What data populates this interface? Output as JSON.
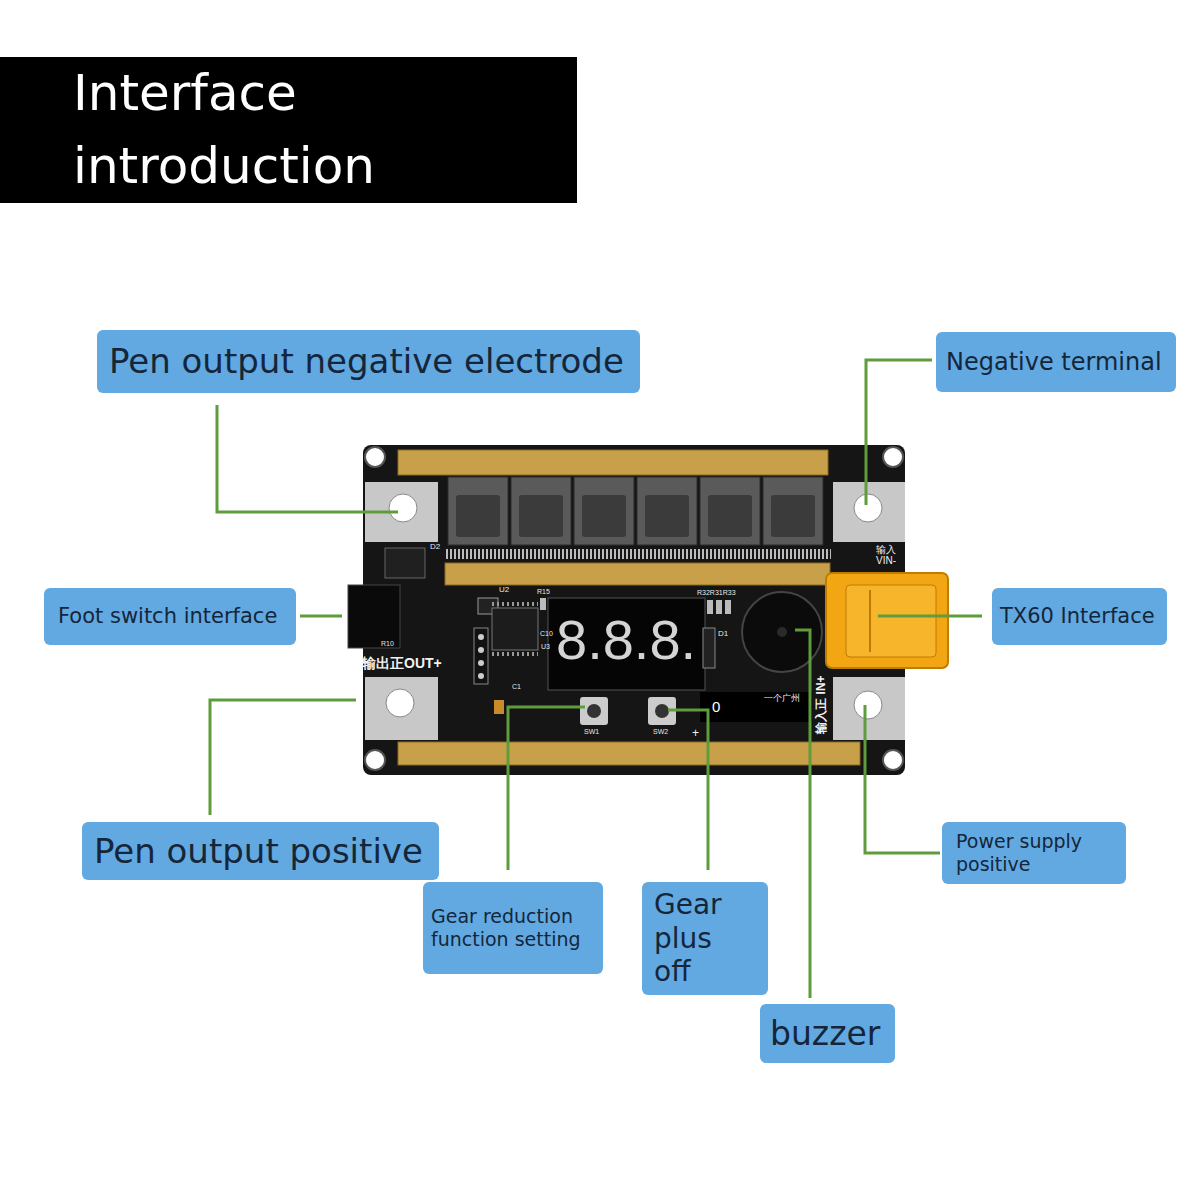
{
  "diagram": {
    "title": "Interface introduction",
    "nodes": [
      {
        "text": [
          "Pen output negative electrode"
        ]
      },
      {
        "text": [
          "Negative terminal"
        ]
      },
      {
        "text": [
          "Foot switch interface"
        ]
      },
      {
        "text": [
          "TX60 Interface"
        ]
      },
      {
        "text": [
          "Pen output positive"
        ]
      },
      {
        "text": [
          "Power supply positive"
        ]
      },
      {
        "text": [
          "Gear reduction function setting"
        ]
      },
      {
        "text": [
          "Gear plus off"
        ]
      },
      {
        "text": [
          "buzzer"
        ]
      }
    ],
    "labels": [
      "D2",
      "R15",
      "U2",
      "R32R31R33",
      "8.8.8.",
      "D1",
      "C10",
      "U3",
      "R10",
      "输出正OUT+",
      "C1",
      "SW1",
      "SW2",
      "一个广州",
      "0",
      "+",
      "输入 VIN-",
      "输入正 IN+"
    ]
  }
}
